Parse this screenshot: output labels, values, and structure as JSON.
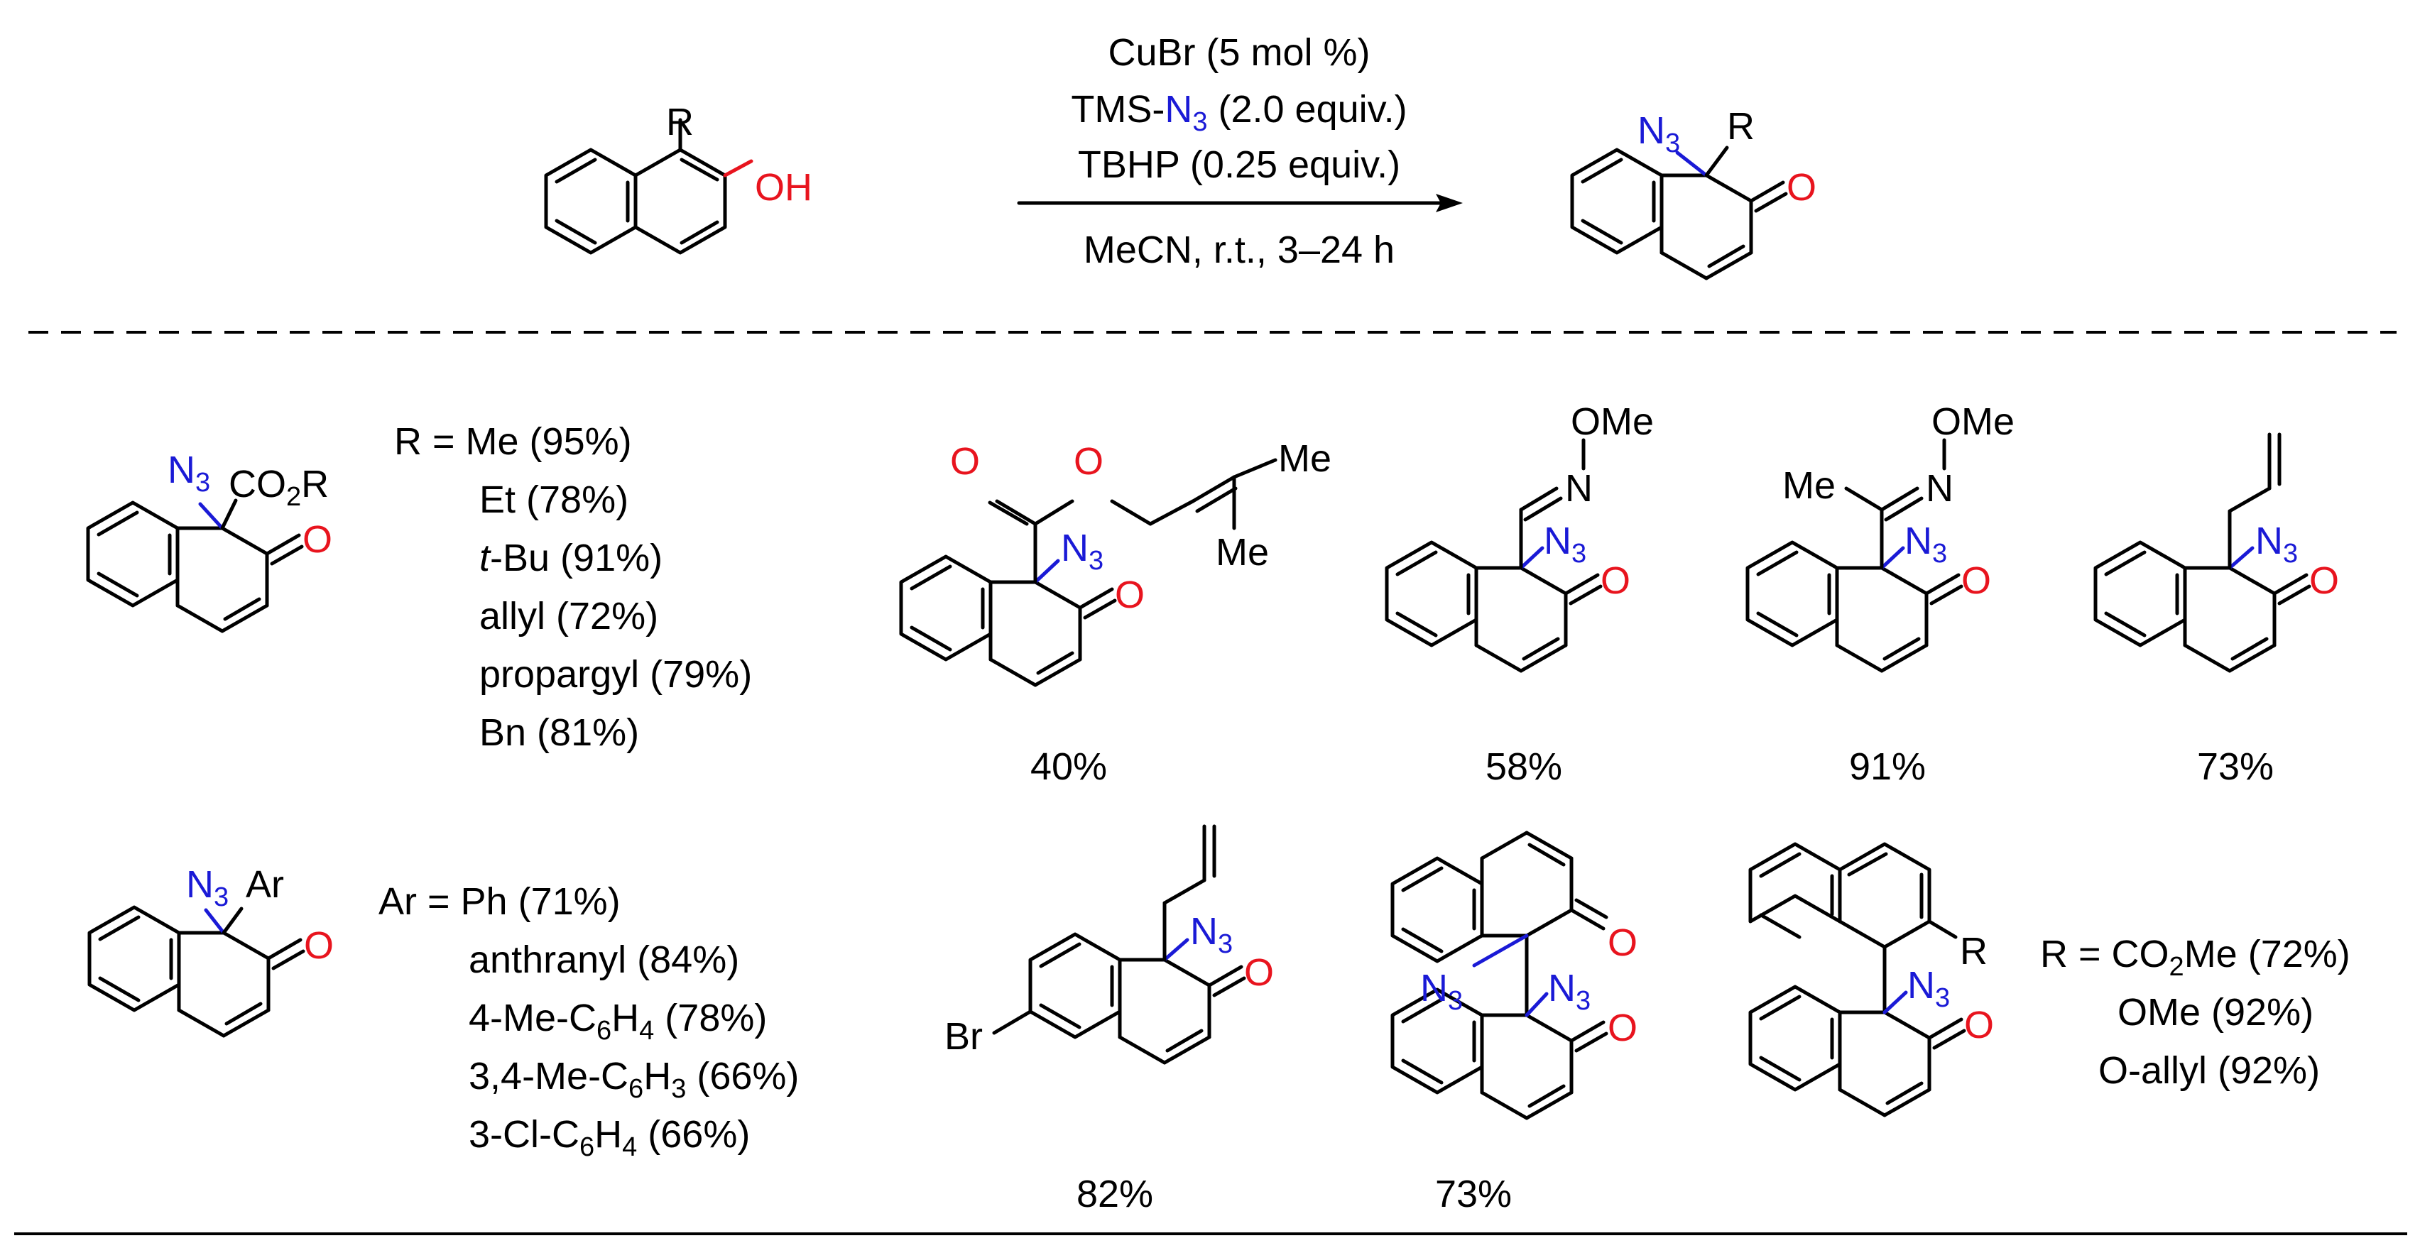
{
  "reaction": {
    "reagent1": "CuBr (5 mol %)",
    "reagent2_prefix": "TMS-",
    "reagent2_suffix": " (2.0 equiv.)",
    "reagent3": "TBHP (0.25 equiv.)",
    "conditions": "MeCN, r.t., 3–24 h"
  },
  "atoms": {
    "R": "R",
    "OH": "OH",
    "O": "O",
    "N": "N",
    "N3_sub": "3",
    "CO2R_a": "CO",
    "CO2R_sub": "2",
    "CO2R_b": "R",
    "Ar": "Ar",
    "Me": "Me",
    "OMe": "OMe",
    "Br": "Br"
  },
  "ester_series": {
    "lines": [
      "R = Me (95%)",
      "Et (78%)",
      "t-Bu (91%)",
      "allyl (72%)",
      "propargyl (79%)",
      "Bn (81%)"
    ],
    "italic_prefix": "t",
    "tbu_rest": "-Bu (91%)"
  },
  "aryl_series": {
    "line1": "Ar = Ph (71%)",
    "line2": "anthranyl (84%)",
    "line3_a": "4-Me-C",
    "line3_s1": "6",
    "line3_b": "H",
    "line3_s2": "4",
    "line3_c": " (78%)",
    "line4_a": "3,4-Me-C",
    "line4_s1": "6",
    "line4_b": "H",
    "line4_s2": "3",
    "line4_c": " (66%)",
    "line5_a": "3-Cl-C",
    "line5_s1": "6",
    "line5_b": "H",
    "line5_s2": "4",
    "line5_c": " (66%)"
  },
  "biaryl_series": {
    "line1_a": "R = CO",
    "line1_s": "2",
    "line1_b": "Me (72%)",
    "line2": "OMe (92%)",
    "line3": "O-allyl (92%)"
  },
  "yields": {
    "prenyl_ester": "40%",
    "oxime_aldehyde": "58%",
    "oxime_ketone": "91%",
    "allyl": "73%",
    "bromo_allyl": "82%",
    "dimer": "73%"
  },
  "colors": {
    "azide": "#1a1ad6",
    "oxygen": "#e8141e",
    "ink": "#000000"
  }
}
